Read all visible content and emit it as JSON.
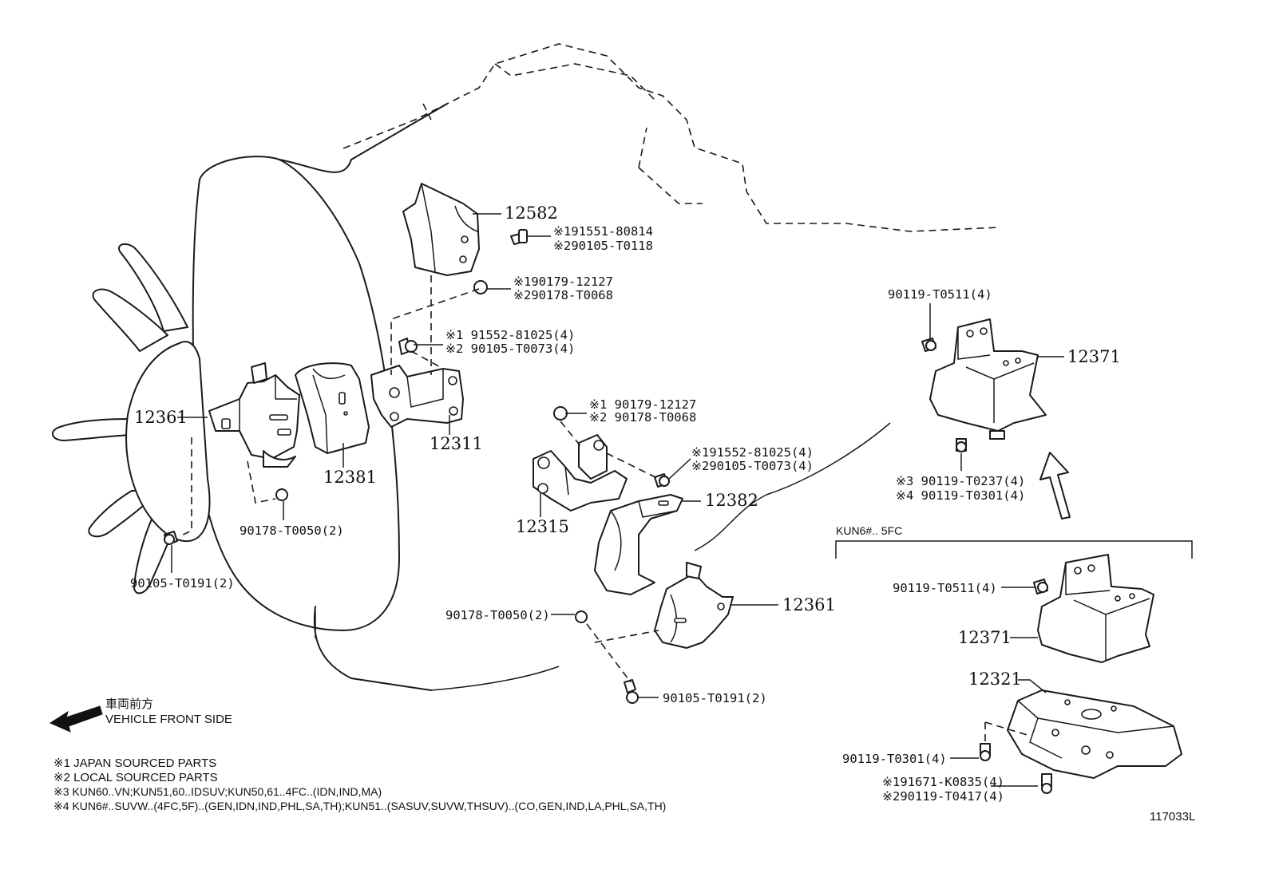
{
  "parts": {
    "p12582": "12582",
    "p12582_n1": "※191551-80814",
    "p12582_n2": "※290105-T0118",
    "nut_a_1": "※190179-12127",
    "nut_a_2": "※290178-T0068",
    "bolt_a_1": "※1 91552-81025(4)",
    "bolt_a_2": "※2 90105-T0073(4)",
    "p12361_left": "12361",
    "p12381": "12381",
    "p12311": "12311",
    "nut_left": "90178-T0050(2)",
    "bolt_left": "90105-T0191(2)",
    "nut_b_1": "※1 90179-12127",
    "nut_b_2": "※2 90178-T0068",
    "bolt_b_1": "※191552-81025(4)",
    "bolt_b_2": "※290105-T0073(4)",
    "p12315": "12315",
    "p12382": "12382",
    "p12361_right": "12361",
    "nut_right": "90178-T0050(2)",
    "bolt_right": "90105-T0191(2)",
    "tm_bolt_top": "90119-T0511(4)",
    "p12371_top": "12371",
    "tm_bolt_bot_1": "※3 90119-T0237(4)",
    "tm_bolt_bot_2": "※4 90119-T0301(4)",
    "inset_title": "KUN6#.. 5FC",
    "inset_bolt_top": "90119-T0511(4)",
    "inset_12371": "12371",
    "inset_12321": "12321",
    "inset_bolt_mid": "90119-T0301(4)",
    "inset_bolt_bot_1": "※191671-K0835(4)",
    "inset_bolt_bot_2": "※290119-T0417(4)"
  },
  "direction": {
    "jp": "車両前方",
    "en": "VEHICLE FRONT SIDE"
  },
  "notes": [
    "※1 JAPAN SOURCED PARTS",
    "※2 LOCAL SOURCED PARTS",
    "※3 KUN60..VN;KUN51,60..IDSUV;KUN50,61..4FC..(IDN,IND,MA)",
    "※4 KUN6#..SUVW..(4FC,5F)..(GEN,IDN,IND,PHL,SA,TH);KUN51..(SASUV,SUVW,THSUV)..(CO,GEN,IND,LA,PHL,SA,TH)"
  ],
  "diagram_id": "117033L"
}
